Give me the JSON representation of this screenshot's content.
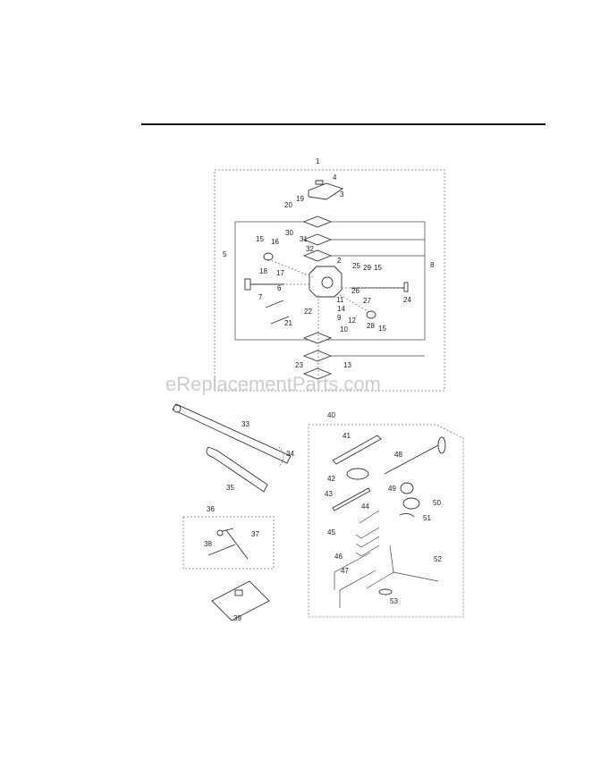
{
  "watermark": "eReplacementParts.com",
  "carburetor_labels": [
    "1",
    "4",
    "3",
    "19",
    "20",
    "30",
    "31",
    "32",
    "15",
    "16",
    "5",
    "8",
    "2",
    "25",
    "29",
    "15",
    "18",
    "17",
    "6",
    "7",
    "26",
    "27",
    "11",
    "24",
    "14",
    "22",
    "9",
    "12",
    "21",
    "10",
    "28",
    "15",
    "13",
    "23"
  ],
  "accessory_labels": [
    "33",
    "34",
    "35",
    "40",
    "41",
    "48",
    "42",
    "49",
    "43",
    "50",
    "44",
    "51",
    "45",
    "36",
    "37",
    "38",
    "46",
    "52",
    "47",
    "53",
    "39"
  ],
  "colors": {
    "ink": "#333333",
    "watermark": "#bbbbbb"
  }
}
